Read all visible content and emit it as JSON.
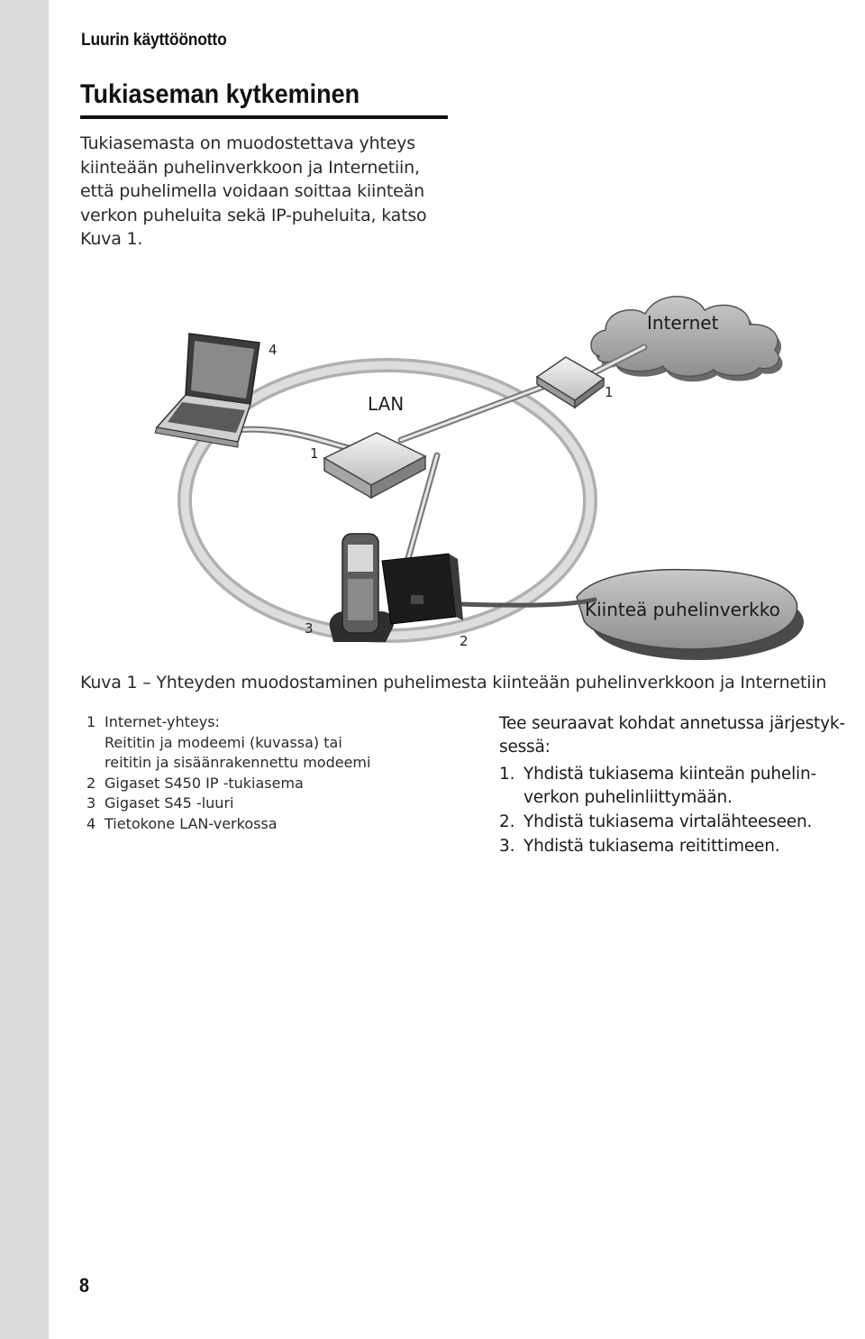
{
  "header": {
    "section_label": "Luurin käyttöönotto",
    "title": "Tukiaseman kytkeminen"
  },
  "intro": {
    "text": "Tukiasemasta on muodostettava yhteys kiinteään puhelinverkkoon ja Internetiin, että puhelimella voidaan soittaa kiinteän verkon puheluita sekä IP-puheluita, katso Kuva 1."
  },
  "figure": {
    "labels": {
      "internet": "Internet",
      "lan": "LAN",
      "fixed_network": "Kiinteä puhelinverkko",
      "num_laptop": "4",
      "num_router": "1",
      "num_modem": "1",
      "num_handset": "3",
      "num_base": "2"
    },
    "devices": [
      "laptop-icon",
      "router-icon",
      "modem-icon",
      "handset-icon",
      "base-station-icon",
      "cloud-icon"
    ],
    "caption": "Kuva 1 – Yhteyden muodostaminen puhelimesta kiinteään puhelinverkkoon ja Internetiin"
  },
  "legend": [
    {
      "num": "1",
      "text": "Internet-yhteys:\nReititin ja modeemi (kuvassa) tai\nreititin ja sisäänrakennettu modeemi"
    },
    {
      "num": "2",
      "text": "Gigaset S450 IP -tukiasema"
    },
    {
      "num": "3",
      "text": "Gigaset S45 -luuri"
    },
    {
      "num": "4",
      "text": "Tietokone LAN-verkossa"
    }
  ],
  "steps": {
    "intro": "Tee seuraavat kohdat annetussa järjestyk-sessä:",
    "items": [
      {
        "num": "1.",
        "text": "Yhdistä tukiasema kiinteän puhelin-verkon puhelinliittymään."
      },
      {
        "num": "2.",
        "text": "Yhdistä tukiasema virtalähteeseen."
      },
      {
        "num": "3.",
        "text": "Yhdistä tukiasema reitittimeen."
      }
    ]
  },
  "footer": {
    "page_number": "8"
  }
}
